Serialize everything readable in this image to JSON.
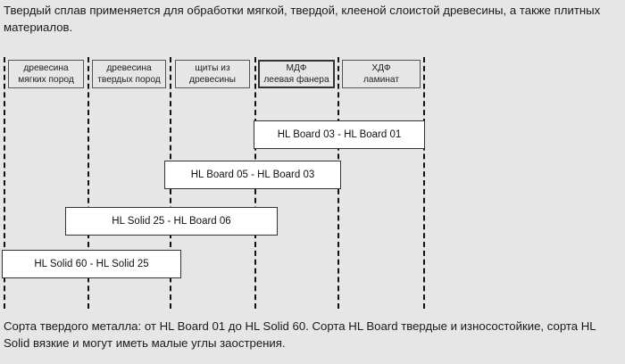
{
  "intro_text": "Твердый сплав применяется для обработки мягкой, твердой, клееной слоистой древесины, а также плитных материалов.",
  "materials": [
    {
      "line1": "древесина",
      "line2": "мягких пород"
    },
    {
      "line1": "древесина",
      "line2": "твердых пород"
    },
    {
      "line1": "щиты из",
      "line2": "древесины"
    },
    {
      "line1": "МДФ",
      "line2": "леевая фанера"
    },
    {
      "line1": "ХДФ",
      "line2": "ламинат"
    }
  ],
  "grades": [
    {
      "label": "HL Board 03 - HL Board 01"
    },
    {
      "label": "HL Board 05 - HL Board 03"
    },
    {
      "label": "HL Solid 25 -  HL Board 06"
    },
    {
      "label": "HL Solid 60 - HL Solid 25"
    }
  ],
  "outro_text": "Сорта твердого металла: от HL Board 01 до HL Solid 60. Сорта HL Board твердые и износостойкие, сорта HL Solid вязкие и могут иметь малые углы заострения."
}
